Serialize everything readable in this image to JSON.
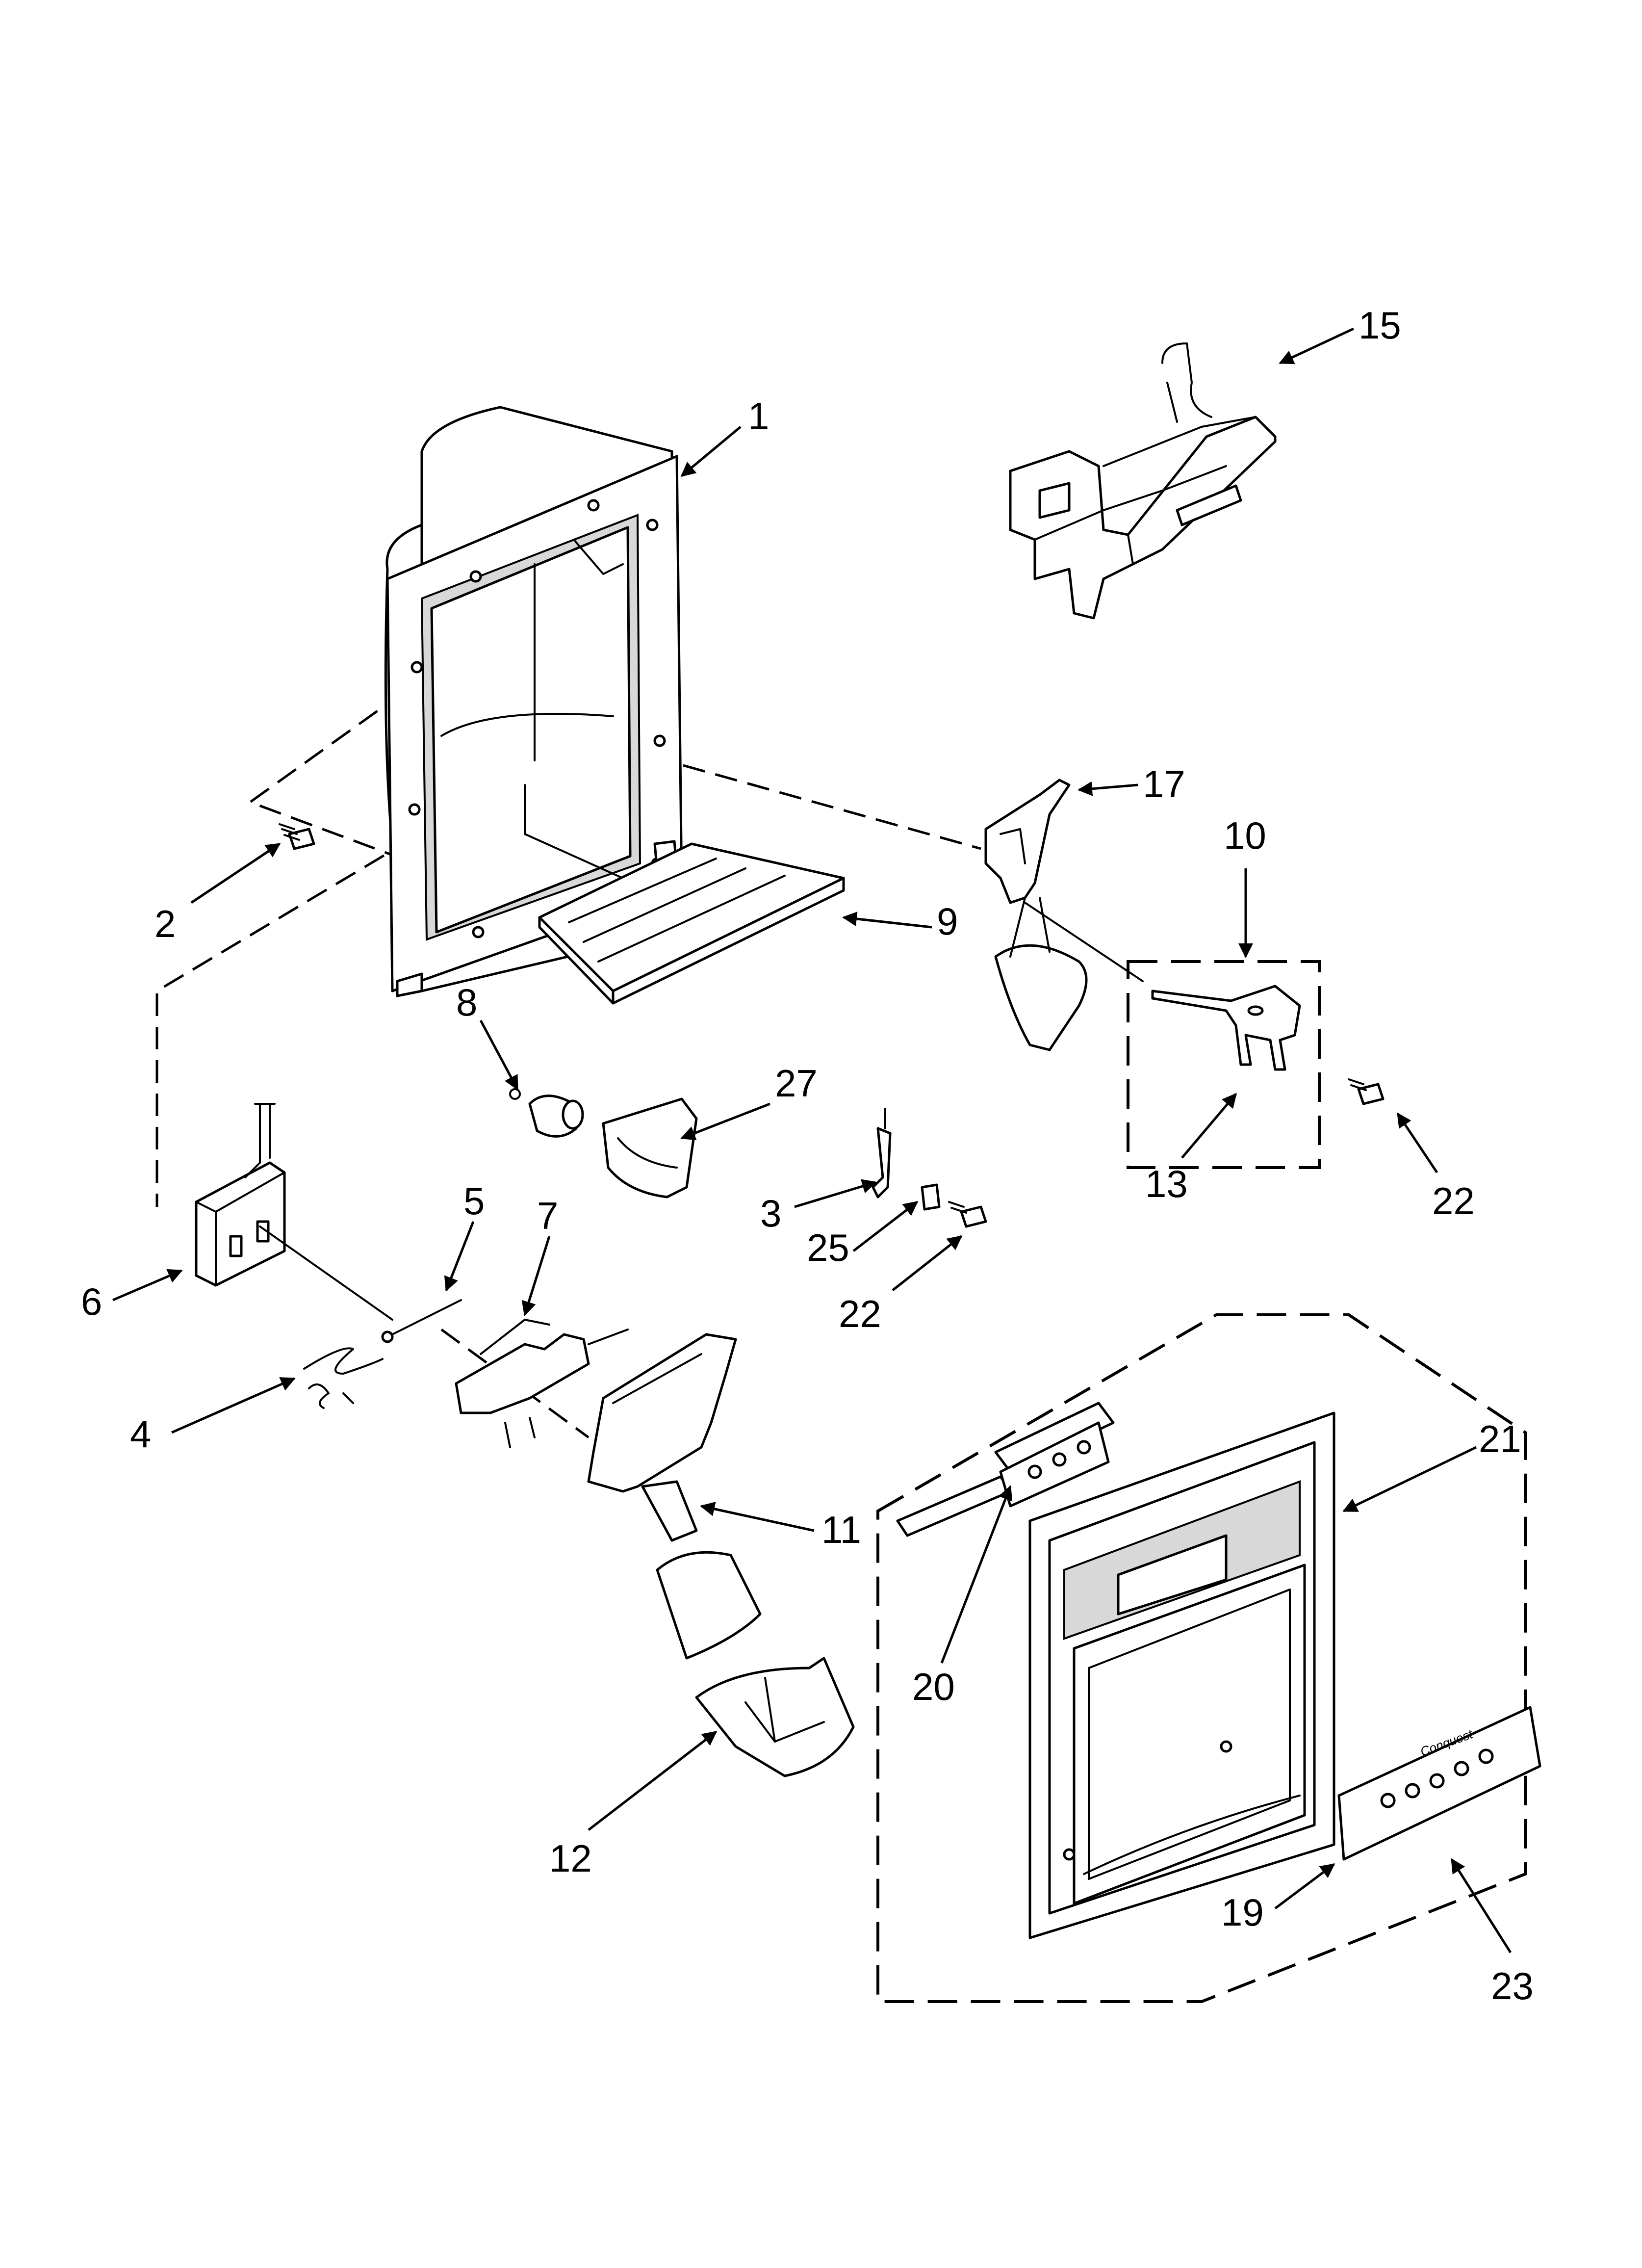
{
  "diagram": {
    "type": "exploded-parts-view",
    "callouts": [
      {
        "id": "1",
        "text": "1"
      },
      {
        "id": "2",
        "text": "2"
      },
      {
        "id": "3",
        "text": "3"
      },
      {
        "id": "4",
        "text": "4"
      },
      {
        "id": "5",
        "text": "5"
      },
      {
        "id": "6",
        "text": "6"
      },
      {
        "id": "7",
        "text": "7"
      },
      {
        "id": "8",
        "text": "8"
      },
      {
        "id": "9",
        "text": "9"
      },
      {
        "id": "10",
        "text": "10"
      },
      {
        "id": "11",
        "text": "11"
      },
      {
        "id": "12",
        "text": "12"
      },
      {
        "id": "13",
        "text": "13"
      },
      {
        "id": "15",
        "text": "15"
      },
      {
        "id": "17",
        "text": "17"
      },
      {
        "id": "19",
        "text": "19"
      },
      {
        "id": "20",
        "text": "20"
      },
      {
        "id": "21",
        "text": "21"
      },
      {
        "id": "22a",
        "text": "22"
      },
      {
        "id": "22b",
        "text": "22"
      },
      {
        "id": "23",
        "text": "23"
      },
      {
        "id": "25",
        "text": "25"
      },
      {
        "id": "27",
        "text": "27"
      }
    ],
    "control_panel_brand": "Conquest",
    "colors": {
      "line": "#000000",
      "background": "#ffffff"
    }
  }
}
